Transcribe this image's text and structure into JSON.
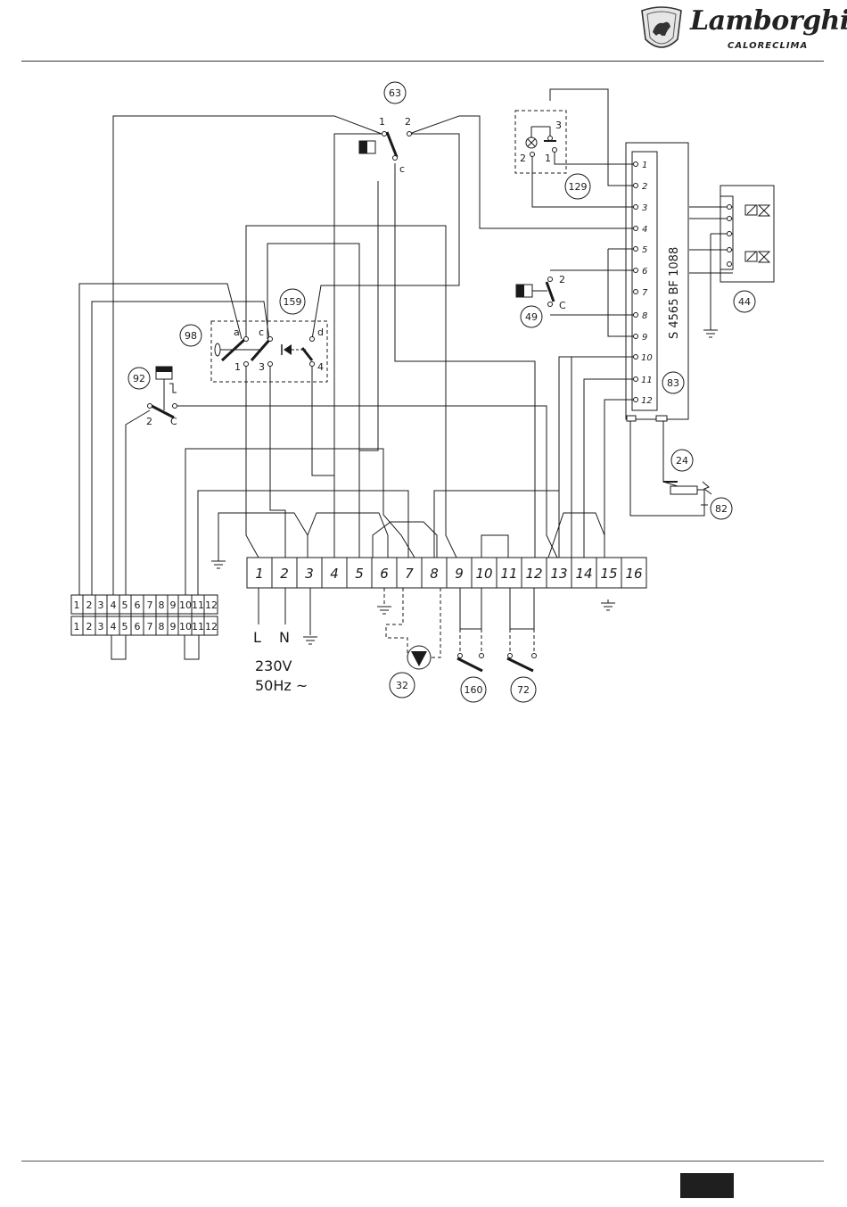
{
  "header": {
    "brand": "Lamborghini",
    "subbrand": "CALORECLIMA"
  },
  "callouts": {
    "c63": "63",
    "c129": "129",
    "c44": "44",
    "c49": "49",
    "c159": "159",
    "c98": "98",
    "c92": "92",
    "c83": "83",
    "c24": "24",
    "c82": "82",
    "c32": "32",
    "c160": "160",
    "c72": "72"
  },
  "switch63": {
    "pin1": "1",
    "pin2": "2",
    "pinc": "c"
  },
  "lamp129": {
    "pin3": "3",
    "pin2": "2",
    "pin1": "1"
  },
  "switch49": {
    "pin2": "2",
    "pinc": "C"
  },
  "block98": {
    "a": "a",
    "c": "c",
    "d": "d",
    "p1": "1",
    "p3": "3",
    "p4": "4"
  },
  "switch92": {
    "pin2": "2",
    "pinc": "C"
  },
  "control83": {
    "model": "S 4565 BF 1088",
    "pins": [
      "1",
      "2",
      "3",
      "4",
      "5",
      "6",
      "7",
      "8",
      "9",
      "10",
      "11",
      "12"
    ]
  },
  "terminal_strip": [
    "1",
    "2",
    "3",
    "4",
    "5",
    "6",
    "7",
    "8",
    "9",
    "10",
    "11",
    "12",
    "13",
    "14",
    "15",
    "16"
  ],
  "connector": [
    "1",
    "2",
    "3",
    "4",
    "5",
    "6",
    "7",
    "8",
    "9",
    "10",
    "11",
    "12"
  ],
  "supply": {
    "l": "L",
    "n": "N",
    "voltage": "230V",
    "frequency": "50Hz ~"
  }
}
